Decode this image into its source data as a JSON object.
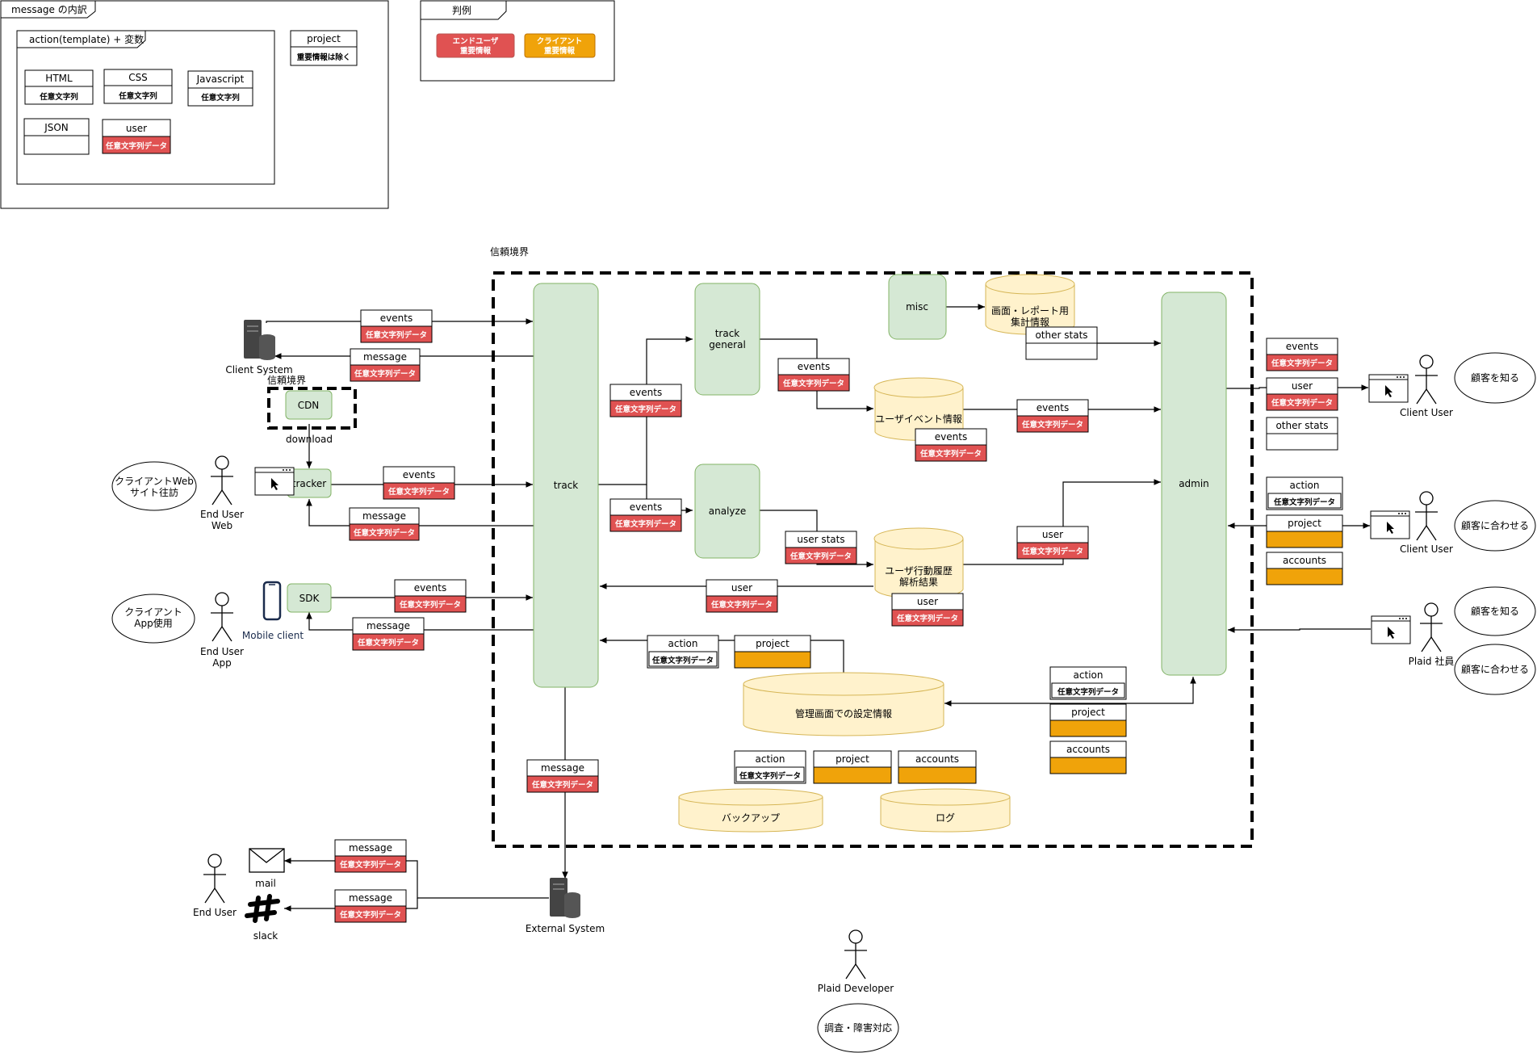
{
  "colors": {
    "node_fill": "#d5e8d4",
    "node_stroke": "#82b366",
    "db_fill": "#fff2cc",
    "db_stroke": "#d6b656",
    "enduser_red": "#e05252",
    "client_orange": "#f0a30a"
  },
  "legend_message": {
    "title": "message の内訳",
    "template_title": "action(template) + 変数",
    "html_label": "HTML",
    "html_sub": "任意文字列",
    "css_label": "CSS",
    "css_sub": "任意文字列",
    "js_label": "Javascript",
    "js_sub": "任意文字列",
    "json_label": "JSON",
    "user_label": "user",
    "user_sub": "任意文字列データ",
    "project_label": "project",
    "project_sub": "重要情報は除く"
  },
  "legend_key": {
    "title": "判例",
    "enduser_line1": "エンドユーザ",
    "enduser_line2": "重要情報",
    "client_line1": "クライアント",
    "client_line2": "重要情報"
  },
  "boundary": {
    "label": "信頼境界"
  },
  "cdn_boundary": {
    "label": "信頼境界"
  },
  "nodes": {
    "track": "track",
    "track_general_1": "track",
    "track_general_2": "general",
    "analyze": "analyze",
    "misc": "misc",
    "admin": "admin",
    "cdn": "CDN",
    "tracker": "tracker",
    "sdk": "SDK"
  },
  "databases": {
    "report_1": "画面・レポート用",
    "report_2": "集計情報",
    "user_events": "ユーザイベント情報",
    "behavior_1": "ユーザ行動履歴",
    "behavior_2": "解析結果",
    "settings": "管理画面での設定情報",
    "backup": "バックアップ",
    "log": "ログ"
  },
  "actors": {
    "client_system": "Client System",
    "end_user_web_1": "End User",
    "end_user_web_2": "Web",
    "end_user_app_1": "End User",
    "end_user_app_2": "App",
    "mobile_client": "Mobile client",
    "client_user_1": "Client User",
    "client_user_2": "Client User",
    "plaid_staff": "Plaid 社員",
    "end_user": "End User",
    "external_system": "External System",
    "plaid_developer": "Plaid Developer",
    "mail": "mail",
    "slack": "slack"
  },
  "ellipses": {
    "client_web_1": "クライアントWeb",
    "client_web_2": "サイト往訪",
    "client_app_1": "クライアント",
    "client_app_2": "App使用",
    "know_customer_1": "顧客を知る",
    "match_customer_1": "顧客に合わせる",
    "know_customer_2": "顧客を知る",
    "match_customer_2": "顧客に合わせる",
    "investigate": "調査・障害対応"
  },
  "misc_labels": {
    "download": "download"
  },
  "data_items": {
    "client_events": {
      "label": "events",
      "sub": "任意文字列データ"
    },
    "client_message": {
      "label": "message",
      "sub": "任意文字列データ"
    },
    "tracker_events": {
      "label": "events",
      "sub": "任意文字列データ"
    },
    "tracker_message": {
      "label": "message",
      "sub": "任意文字列データ"
    },
    "sdk_events": {
      "label": "events",
      "sub": "任意文字列データ"
    },
    "sdk_message": {
      "label": "message",
      "sub": "任意文字列データ"
    },
    "track_events_upper": {
      "label": "events",
      "sub": "任意文字列データ"
    },
    "track_events_lower": {
      "label": "events",
      "sub": "任意文字列データ"
    },
    "general_events": {
      "label": "events",
      "sub": "任意文字列データ"
    },
    "ue_events_in": {
      "label": "events",
      "sub": "任意文字列データ"
    },
    "ue_events_out": {
      "label": "events",
      "sub": "任意文字列データ"
    },
    "user_stats": {
      "label": "user stats",
      "sub": "任意文字列データ"
    },
    "behavior_user_in": {
      "label": "user",
      "sub": "任意文字列データ"
    },
    "behavior_user_out": {
      "label": "user",
      "sub": "任意文字列データ"
    },
    "track_user": {
      "label": "user",
      "sub": "任意文字列データ"
    },
    "other_stats_misc": {
      "label": "other stats"
    },
    "track_action": {
      "label": "action",
      "sub": "任意文字列データ"
    },
    "track_project": {
      "label": "project"
    },
    "settings_action": {
      "label": "action",
      "sub": "任意文字列データ"
    },
    "settings_project": {
      "label": "project"
    },
    "settings_accounts": {
      "label": "accounts"
    },
    "backup_action": {
      "label": "action",
      "sub": "任意文字列データ"
    },
    "backup_project": {
      "label": "project"
    },
    "backup_accounts": {
      "label": "accounts"
    },
    "external_message": {
      "label": "message",
      "sub": "任意文字列データ"
    },
    "mail_message": {
      "label": "message",
      "sub": "任意文字列データ"
    },
    "slack_message": {
      "label": "message",
      "sub": "任意文字列データ"
    },
    "cu1_events": {
      "label": "events",
      "sub": "任意文字列データ"
    },
    "cu1_user": {
      "label": "user",
      "sub": "任意文字列データ"
    },
    "cu1_other_stats": {
      "label": "other stats"
    },
    "cu2_action": {
      "label": "action",
      "sub": "任意文字列データ"
    },
    "cu2_project": {
      "label": "project"
    },
    "cu2_accounts": {
      "label": "accounts"
    }
  }
}
